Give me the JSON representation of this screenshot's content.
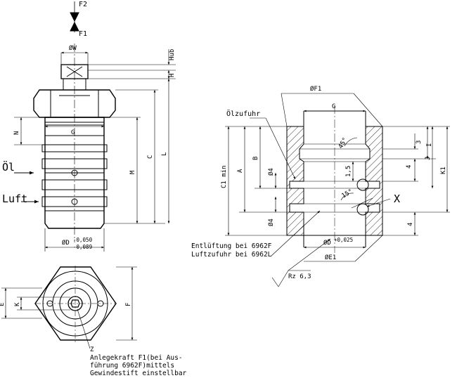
{
  "force": {
    "f2": "F2",
    "f1": "F1"
  },
  "left_view": {
    "dia_w": "ØW",
    "hub": "Hub",
    "h": "H",
    "n": "N",
    "g": "G",
    "m": "M",
    "c": "C",
    "l": "L",
    "oil": "Öl",
    "air": "Luft",
    "dia_d": "ØD",
    "tol_upper": "-0,050",
    "tol_lower": "-0,089"
  },
  "bottom_view": {
    "e": "E",
    "k": "K",
    "f": "F",
    "z": "Z",
    "note_lines": [
      "Anlegekraft F1(bei Aus-",
      "führung 6962F)mittels",
      "Gewindestift einstellbar"
    ]
  },
  "right_view": {
    "dia_f1": "ØF1",
    "g": "G",
    "oil_supply": "Ölzufuhr",
    "angle_45": "45°",
    "angle_15": "15°",
    "dim_3": "3",
    "i": "I",
    "dim_4_top": "4",
    "dim_1_5": "1,5",
    "j": "J",
    "k1": "K1",
    "c1_min": "C1 min",
    "a": "A",
    "b": "B",
    "dia4_top": "Ø4",
    "dia4_bottom": "Ø4",
    "x": "X",
    "dim_4_bottom": "4",
    "dia_d": "ØD",
    "tol": "+0,025",
    "venting": "Entlüftung bei 6962F",
    "air_supply": "Luftzufuhr bei 6962L",
    "dia_e1": "ØE1",
    "roughness": "Rz 6,3"
  }
}
